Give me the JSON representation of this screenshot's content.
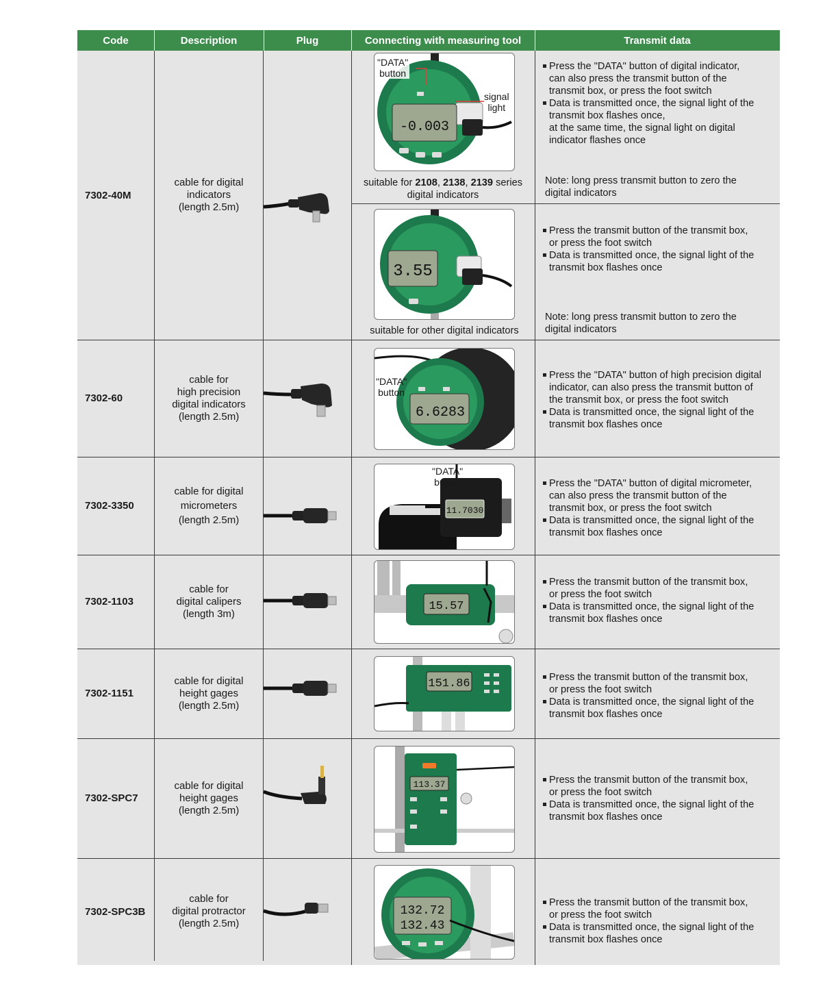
{
  "colors": {
    "header_bg": "#3c8c4c",
    "row_bg": "#e5e5e5",
    "device_green": "#1d7a4c"
  },
  "headers": [
    "Code",
    "Description",
    "Plug",
    "Connecting with measuring tool",
    "Transmit data"
  ],
  "rows": [
    {
      "code": "7302-40M",
      "description": "cable for digital\nindicators\n(length 2.5m)",
      "tools": [
        {
          "labels": [
            "\"DATA\"\nbutton",
            "signal\nlight"
          ],
          "display": "-0.003",
          "caption_parts": [
            "suitable for ",
            "2108",
            ", ",
            "2138",
            ", ",
            "2139",
            " series"
          ],
          "caption_line2": "digital indicators",
          "transmit": [
            "Press the \"DATA\" button of digital indicator,\ncan also press the transmit button of the\ntransmit box, or press the foot switch",
            "Data is transmitted once, the signal light of the\ntransmit box flashes once,\nat the same time, the signal light on digital\nindicator flashes once"
          ],
          "note": "Note: long press transmit button to zero the\n         digital indicators"
        },
        {
          "display": "3.55",
          "caption": "suitable for other digital indicators",
          "transmit": [
            "Press the transmit button of the transmit box,\nor press the foot switch",
            "Data is transmitted once, the signal light of the\ntransmit box flashes once"
          ],
          "note": "Note: long press transmit button to zero the\n         digital indicators"
        }
      ]
    },
    {
      "code": "7302-60",
      "description": "cable for\nhigh precision\ndigital indicators\n(length 2.5m)",
      "label": "\"DATA\"\nbutton",
      "display": "6.6283",
      "transmit": [
        "Press the \"DATA\" button of high precision digital\nindicator, can also press the transmit button of\nthe transmit box, or press the foot switch",
        "Data is transmitted once, the signal light of the\ntransmit box flashes once"
      ]
    },
    {
      "code": "7302-3350",
      "description": "cable for digital\nmicrometers\n(length 2.5m)",
      "label": "\"DATA\"\nbutton",
      "display": "11.7030",
      "transmit": [
        "Press the \"DATA\" button of digital micrometer,\ncan also press the transmit button of the\ntransmit box, or press the foot switch",
        "Data is transmitted once, the signal light of the\ntransmit box flashes once"
      ]
    },
    {
      "code": "7302-1103",
      "description": "cable for\ndigital calipers\n(length 3m)",
      "display": "15.57",
      "transmit": [
        "Press the transmit button of the transmit box,\nor press the foot switch",
        "Data is transmitted once, the signal light of the\ntransmit box flashes once"
      ]
    },
    {
      "code": "7302-1151",
      "description": "cable for digital\nheight  gages\n(length 2.5m)",
      "display": "151.86",
      "transmit": [
        "Press the transmit button of the transmit box,\nor press the foot switch",
        "Data is transmitted once, the signal light of the\ntransmit box flashes once"
      ]
    },
    {
      "code": "7302-SPC7",
      "description": "cable for digital\nheight  gages\n(length 2.5m)",
      "display": "113.37",
      "transmit": [
        "Press the transmit button of the transmit box,\nor press the foot switch",
        "Data is transmitted once, the signal light of the\ntransmit box flashes once"
      ]
    },
    {
      "code": "7302-SPC3B",
      "description": "cable for\ndigital protractor\n(length 2.5m)",
      "display": [
        "132.72",
        "132.43"
      ],
      "transmit": [
        "Press the transmit button of the transmit box,\nor press the foot switch",
        "Data is transmitted once, the signal  light of the\ntransmit box flashes once"
      ]
    }
  ]
}
